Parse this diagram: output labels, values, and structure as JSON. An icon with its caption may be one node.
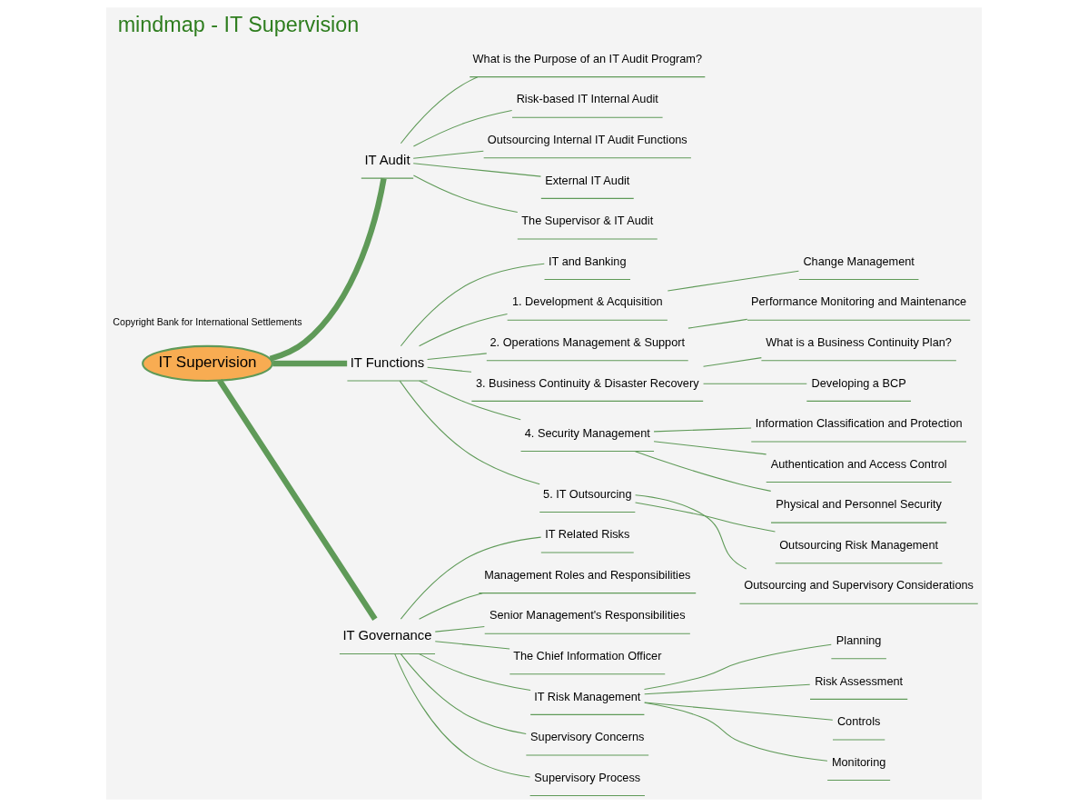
{
  "diagram": {
    "title": "mindmap - IT Supervision",
    "nodes": [
      {
        "text": [
          "IT Supervision"
        ]
      },
      {
        "text": [
          "IT Audit"
        ]
      },
      {
        "text": [
          "What is the Purpose of an IT Audit Program?"
        ]
      },
      {
        "text": [
          "Risk-based IT Internal Audit"
        ]
      },
      {
        "text": [
          "Outsourcing Internal IT Audit Functions"
        ]
      },
      {
        "text": [
          "External IT Audit"
        ]
      },
      {
        "text": [
          "The Supervisor & IT Audit"
        ]
      },
      {
        "text": [
          "IT Functions"
        ]
      },
      {
        "text": [
          "IT and Banking"
        ]
      },
      {
        "text": [
          "1. Development & Acquisition"
        ]
      },
      {
        "text": [
          "Change Management"
        ]
      },
      {
        "text": [
          "2. Operations Management & Support"
        ]
      },
      {
        "text": [
          "Performance Monitoring and Maintenance"
        ]
      },
      {
        "text": [
          "3. Business Continuity & Disaster Recovery"
        ]
      },
      {
        "text": [
          "What is a Business Continuity Plan?"
        ]
      },
      {
        "text": [
          "Developing a BCP"
        ]
      },
      {
        "text": [
          "4. Security Management"
        ]
      },
      {
        "text": [
          "Information Classification and Protection"
        ]
      },
      {
        "text": [
          "Authentication and Access Control"
        ]
      },
      {
        "text": [
          "Physical and Personnel Security"
        ]
      },
      {
        "text": [
          "5. IT Outsourcing"
        ]
      },
      {
        "text": [
          "Outsourcing Risk Management"
        ]
      },
      {
        "text": [
          "Outsourcing and Supervisory Considerations"
        ]
      },
      {
        "text": [
          "IT Governance"
        ]
      },
      {
        "text": [
          "IT Related Risks"
        ]
      },
      {
        "text": [
          "Management Roles and Responsibilities"
        ]
      },
      {
        "text": [
          "Senior Management's Responsibilities"
        ]
      },
      {
        "text": [
          "The Chief Information Officer"
        ]
      },
      {
        "text": [
          "IT Risk Management"
        ]
      },
      {
        "text": [
          "Planning"
        ]
      },
      {
        "text": [
          "Risk Assessment"
        ]
      },
      {
        "text": [
          "Controls"
        ]
      },
      {
        "text": [
          "Monitoring"
        ]
      },
      {
        "text": [
          "Supervisory Concerns"
        ]
      },
      {
        "text": [
          "Supervisory Process"
        ]
      }
    ],
    "edges": [
      {
        "from": 0,
        "to": 1,
        "arrow": "none",
        "style": "thick"
      },
      {
        "from": 1,
        "to": 2,
        "arrow": "none"
      },
      {
        "from": 1,
        "to": 3,
        "arrow": "none"
      },
      {
        "from": 1,
        "to": 4,
        "arrow": "none"
      },
      {
        "from": 1,
        "to": 5,
        "arrow": "none"
      },
      {
        "from": 1,
        "to": 6,
        "arrow": "none"
      },
      {
        "from": 0,
        "to": 7,
        "arrow": "none",
        "style": "thick"
      },
      {
        "from": 7,
        "to": 8,
        "arrow": "none"
      },
      {
        "from": 7,
        "to": 9,
        "arrow": "none"
      },
      {
        "from": 9,
        "to": 10,
        "arrow": "none"
      },
      {
        "from": 7,
        "to": 11,
        "arrow": "none"
      },
      {
        "from": 11,
        "to": 12,
        "arrow": "none"
      },
      {
        "from": 7,
        "to": 13,
        "arrow": "none"
      },
      {
        "from": 13,
        "to": 14,
        "arrow": "none"
      },
      {
        "from": 13,
        "to": 15,
        "arrow": "none"
      },
      {
        "from": 7,
        "to": 16,
        "arrow": "none"
      },
      {
        "from": 16,
        "to": 17,
        "arrow": "none"
      },
      {
        "from": 16,
        "to": 18,
        "arrow": "none"
      },
      {
        "from": 16,
        "to": 19,
        "arrow": "none"
      },
      {
        "from": 7,
        "to": 20,
        "arrow": "none"
      },
      {
        "from": 20,
        "to": 21,
        "arrow": "none"
      },
      {
        "from": 20,
        "to": 22,
        "arrow": "none"
      },
      {
        "from": 0,
        "to": 23,
        "arrow": "none",
        "style": "thick"
      },
      {
        "from": 23,
        "to": 24,
        "arrow": "none"
      },
      {
        "from": 23,
        "to": 25,
        "arrow": "none"
      },
      {
        "from": 23,
        "to": 26,
        "arrow": "none"
      },
      {
        "from": 23,
        "to": 27,
        "arrow": "none"
      },
      {
        "from": 23,
        "to": 28,
        "arrow": "none"
      },
      {
        "from": 28,
        "to": 29,
        "arrow": "none"
      },
      {
        "from": 28,
        "to": 30,
        "arrow": "none"
      },
      {
        "from": 28,
        "to": 31,
        "arrow": "none"
      },
      {
        "from": 28,
        "to": 32,
        "arrow": "none"
      },
      {
        "from": 23,
        "to": 33,
        "arrow": "none"
      },
      {
        "from": 23,
        "to": 34,
        "arrow": "none"
      }
    ],
    "labels": [
      "Copyright Bank for International Settlements"
    ]
  }
}
